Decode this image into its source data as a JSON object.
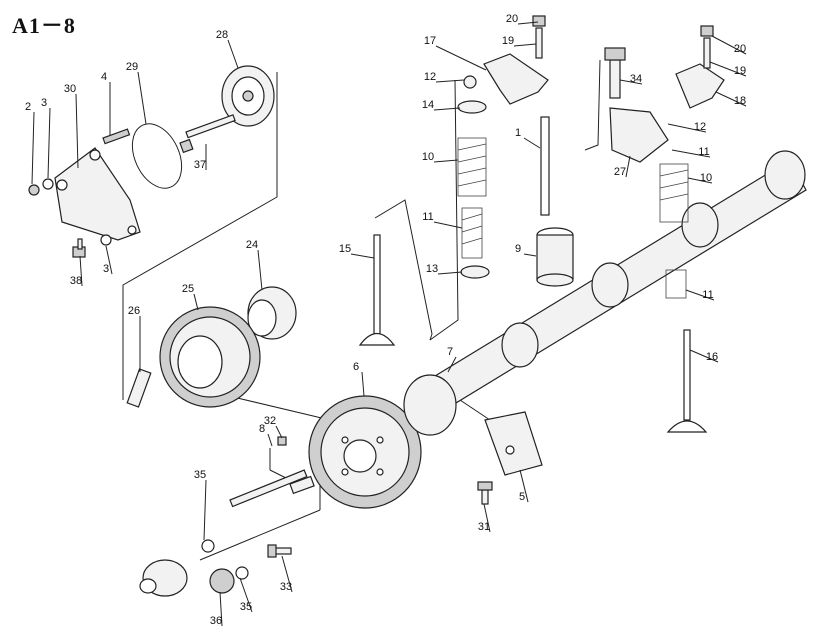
{
  "figure": {
    "title": "A1－8"
  },
  "callouts": [
    {
      "id": "c20a",
      "text": "20"
    },
    {
      "id": "c19a",
      "text": "19"
    },
    {
      "id": "c17",
      "text": "17"
    },
    {
      "id": "c12a",
      "text": "12"
    },
    {
      "id": "c14",
      "text": "14"
    },
    {
      "id": "c1",
      "text": "1"
    },
    {
      "id": "c10a",
      "text": "10"
    },
    {
      "id": "c11a",
      "text": "11"
    },
    {
      "id": "c13",
      "text": "13"
    },
    {
      "id": "c15",
      "text": "15"
    },
    {
      "id": "c9",
      "text": "9"
    },
    {
      "id": "c34",
      "text": "34"
    },
    {
      "id": "c20b",
      "text": "20"
    },
    {
      "id": "c19b",
      "text": "19"
    },
    {
      "id": "c18",
      "text": "18"
    },
    {
      "id": "c12b",
      "text": "12"
    },
    {
      "id": "c11b",
      "text": "11"
    },
    {
      "id": "c27",
      "text": "27"
    },
    {
      "id": "c10b",
      "text": "10"
    },
    {
      "id": "c11c",
      "text": "11"
    },
    {
      "id": "c16",
      "text": "16"
    },
    {
      "id": "c28",
      "text": "28"
    },
    {
      "id": "c29",
      "text": "29"
    },
    {
      "id": "c30",
      "text": "30"
    },
    {
      "id": "c4",
      "text": "4"
    },
    {
      "id": "c2",
      "text": "2"
    },
    {
      "id": "c3a",
      "text": "3"
    },
    {
      "id": "c37",
      "text": "37"
    },
    {
      "id": "c38",
      "text": "38"
    },
    {
      "id": "c3b",
      "text": "3"
    },
    {
      "id": "c24",
      "text": "24"
    },
    {
      "id": "c25",
      "text": "25"
    },
    {
      "id": "c26",
      "text": "26"
    },
    {
      "id": "c7",
      "text": "7"
    },
    {
      "id": "c6",
      "text": "6"
    },
    {
      "id": "c8",
      "text": "8"
    },
    {
      "id": "c32",
      "text": "32"
    },
    {
      "id": "c35a",
      "text": "35"
    },
    {
      "id": "c35b",
      "text": "35"
    },
    {
      "id": "c36",
      "text": "36"
    },
    {
      "id": "c33",
      "text": "33"
    },
    {
      "id": "c31",
      "text": "31"
    },
    {
      "id": "c5",
      "text": "5"
    }
  ]
}
